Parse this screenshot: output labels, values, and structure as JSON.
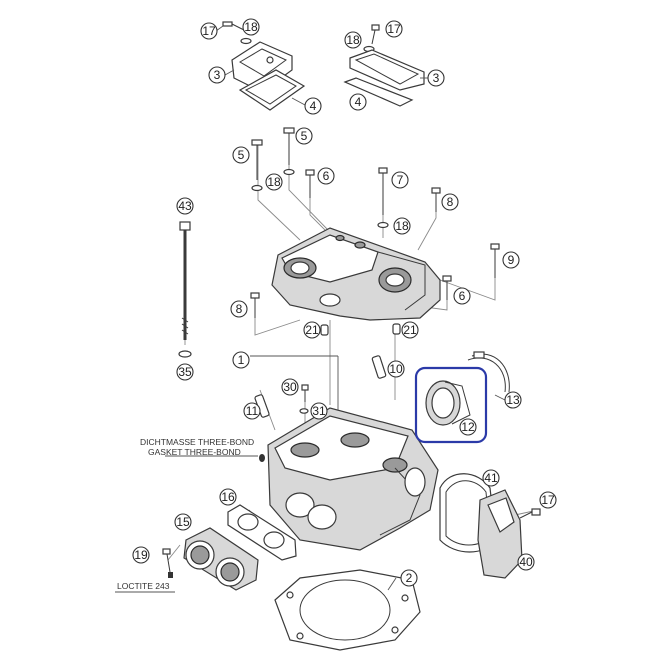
{
  "callouts": {
    "c17a": "17",
    "c18a": "18",
    "c3a": "3",
    "c4a": "4",
    "c18b": "18",
    "c17b": "17",
    "c3b": "3",
    "c4b": "4",
    "c5a": "5",
    "c5b": "5",
    "c18c": "18",
    "c6a": "6",
    "c7": "7",
    "c8a": "8",
    "c18d": "18",
    "c9": "9",
    "c43": "43",
    "c8b": "8",
    "c6b": "6",
    "c21a": "21",
    "c21b": "21",
    "c1": "1",
    "c35": "35",
    "c10": "10",
    "c30": "30",
    "c11": "11",
    "c31": "31",
    "c12": "12",
    "c13": "13",
    "c41": "41",
    "c17c": "17",
    "c16": "16",
    "c15": "15",
    "c19": "19",
    "c40": "40",
    "c2": "2"
  },
  "labels": {
    "dichtmasse": "DICHTMASSE THREE-BOND",
    "gasket": "GASKET THREE-BOND",
    "loctite": "LOCTITE 243"
  },
  "highlight_color": "#2b3aa8"
}
